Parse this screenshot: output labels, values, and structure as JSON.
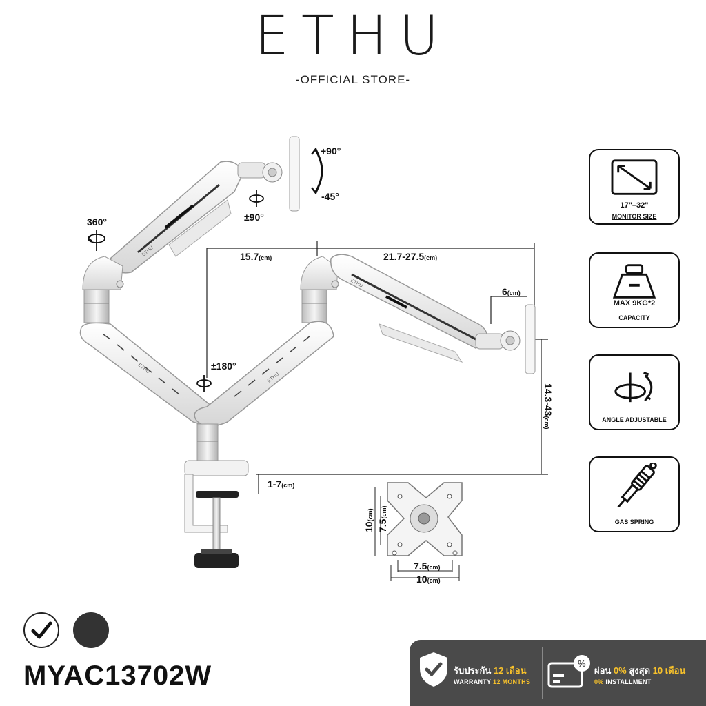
{
  "brand": {
    "name": "ETHU",
    "tagline": "-OFFICIAL STORE-"
  },
  "product": {
    "model": "MYAC13702W"
  },
  "colors": {
    "accent": "#f7c12b",
    "banner_bg": "#4a4a4a",
    "swatch_white": "#ffffff",
    "swatch_black": "#333333"
  },
  "arm_labels": {
    "rot_360": "360°",
    "tilt_up": "+90°",
    "tilt_down": "-45°",
    "swivel_90": "±90°",
    "swivel_180": "±180°",
    "arm_brand": "ETHU"
  },
  "dimensions": {
    "d1_val": "15.7",
    "d1_unit": "(cm)",
    "d2_val": "21.7-27.5",
    "d2_unit": "(cm)",
    "d3_val": "6",
    "d3_unit": "(cm)",
    "d4_val": "14.3-43",
    "d4_unit": "(cm)",
    "d5_val": "1-7",
    "d5_unit": "(cm)"
  },
  "vesa": {
    "h_small_val": "7.5",
    "h_small_unit": "(cm)",
    "h_big_val": "10",
    "h_big_unit": "(cm)",
    "v_small_val": "7.5",
    "v_small_unit": "(cm)",
    "v_big_val": "10",
    "v_big_unit": "(cm)"
  },
  "features": [
    {
      "icon": "monitor-size-icon",
      "line1": "17\"–32\"",
      "line2": "MONITOR SIZE"
    },
    {
      "icon": "weight-icon",
      "line1": "MAX 9KG*2",
      "line2": "CAPACITY"
    },
    {
      "icon": "rotation-icon",
      "line1": "",
      "line2": "ANGLE ADJUSTABLE"
    },
    {
      "icon": "gas-spring-icon",
      "line1": "",
      "line2": "GAS SPRING"
    }
  ],
  "banner": {
    "warranty_th": "รับประกัน",
    "warranty_th_hl": "12 เดือน",
    "warranty_en": "WARRANTY",
    "warranty_en_hl": "12 MONTHS",
    "install_th1": "ผ่อน",
    "install_th_hl1": "0%",
    "install_th2": "สูงสุด",
    "install_th_hl2": "10 เดือน",
    "install_en_hl": "0%",
    "install_en": "INSTALLMENT"
  }
}
